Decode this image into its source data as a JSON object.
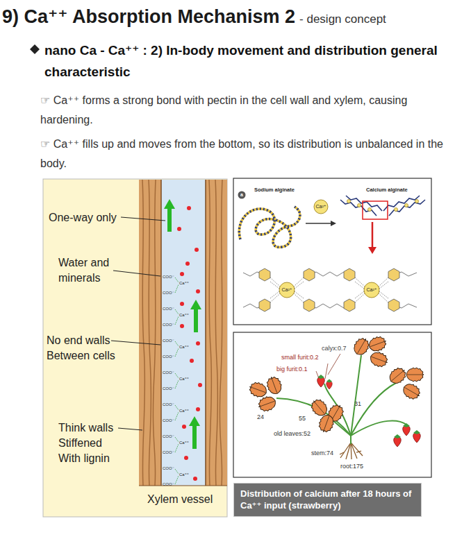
{
  "diagram": {
    "title": "9) Ca⁺⁺ Absorption Mechanism 2",
    "nodes": [
      {
        "text": [
          "Distribution of calcium after 18 hours of Ca⁺⁺ input (strawberry)"
        ]
      }
    ],
    "labels": [
      "- design concept",
      "nano Ca - Ca⁺⁺ : 2) In-body movement and distribution general characteristic",
      "☞ Ca⁺⁺ forms a strong bond with pectin in the cell wall and xylem, causing hardening.",
      "☞ Ca⁺⁺ fills up and moves from the bottom, so its distribution is unbalanced in the body.",
      "One-way only",
      "Water and minerals",
      "No end walls Between cells",
      "Think walls Stiffened With lignin",
      "Xylem vessel",
      "a",
      "Sodium alginate",
      "Calcium alginate",
      "Ca²⁺",
      "Ca²⁺",
      "Ca²⁺",
      "calyx:0.7",
      "small furit:0.2",
      "big furit:0.1",
      "24",
      "55",
      "31",
      "old leaves:52",
      "stem:74",
      "root:175",
      "COO⁻",
      "COO⁻",
      "COO⁻",
      "COO⁻",
      "COO⁻",
      "COO⁻",
      "COO⁻",
      "COO⁻",
      "COO⁻",
      "COO⁻",
      "COO⁻",
      "COO⁻",
      "COO⁻",
      "COO⁻",
      "Ca⁺⁺",
      "Ca⁺⁺",
      "Ca⁺⁺",
      "Ca⁺⁺",
      "Ca⁺⁺",
      "Ca⁺⁺",
      "Ca⁺⁺"
    ]
  }
}
